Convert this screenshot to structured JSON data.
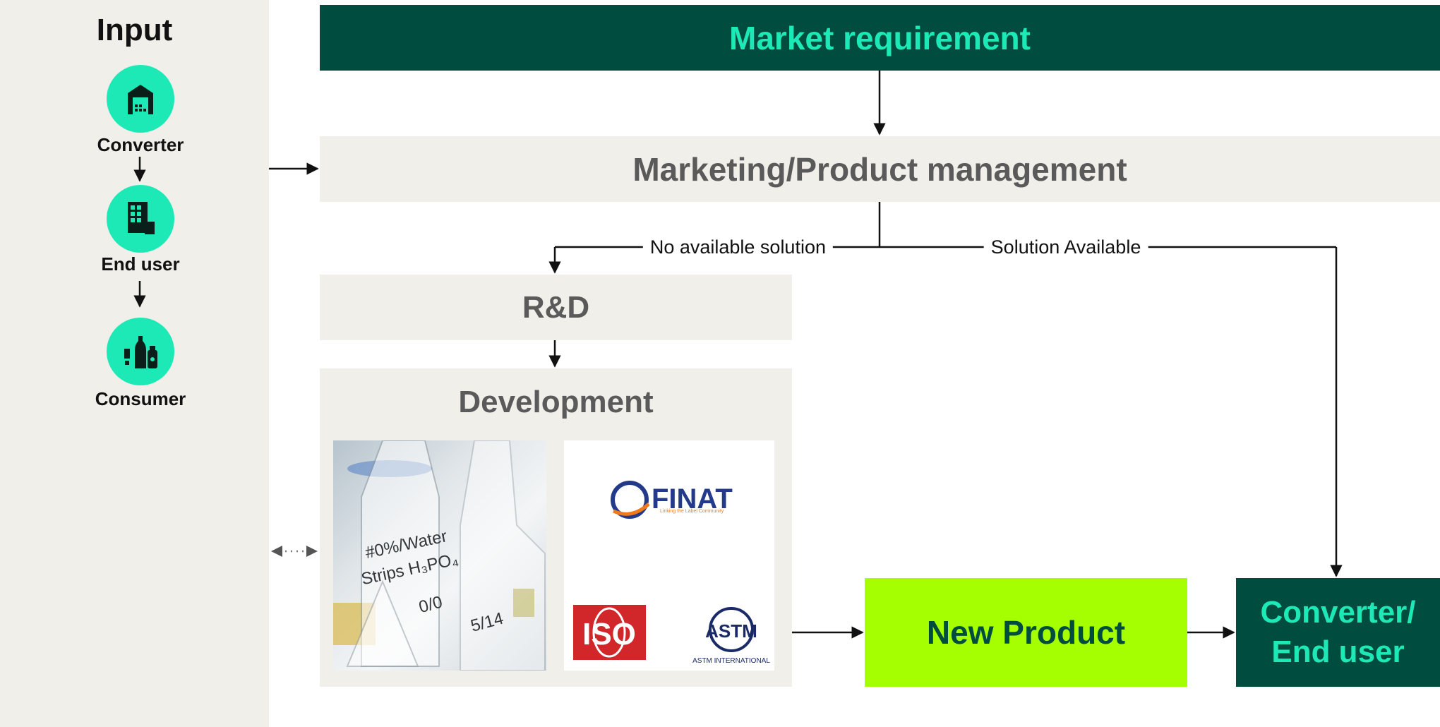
{
  "sidebar": {
    "title": "Input",
    "nodes": [
      {
        "label": "Converter",
        "icon": "warehouse-icon"
      },
      {
        "label": "End user",
        "icon": "building-icon"
      },
      {
        "label": "Consumer",
        "icon": "bottles-icon"
      }
    ]
  },
  "flow": {
    "market_requirement": "Market requirement",
    "marketing": "Marketing/Product management",
    "no_solution": "No available solution",
    "solution_available": "Solution Available",
    "rnd": "R&D",
    "development": "Development",
    "new_product": "New Product",
    "converter_end_user_line1": "Converter/",
    "converter_end_user_line2": "End user"
  },
  "logos": {
    "finat": {
      "name": "FINAT",
      "tagline": "Linking the Label Community"
    },
    "iso": "ISO",
    "astm": {
      "mark": "ASTM",
      "caption": "ASTM INTERNATIONAL"
    }
  },
  "photo_handwriting": [
    "#0%/Water",
    "Strips H₃PO₄",
    "0/0",
    "5/14"
  ],
  "colors": {
    "dark_green": "#004d40",
    "mint": "#1de9b6",
    "lime": "#a6ff00",
    "light_gray": "#f0efea",
    "text_gray": "#5a5a5a"
  }
}
